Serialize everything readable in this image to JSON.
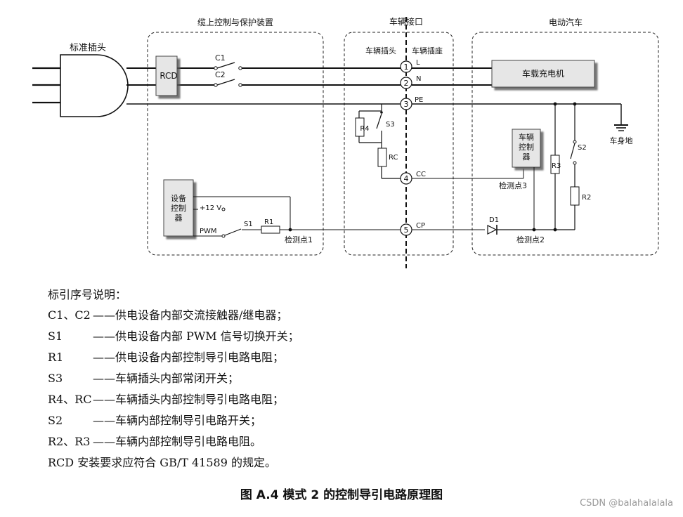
{
  "diagram": {
    "section_cable": "缆上控制与保护装置",
    "section_interface": "车辆接口",
    "section_vehicle": "电动汽车",
    "standard_plug": "标准插头",
    "rcd": "RCD",
    "c1": "C1",
    "c2": "C2",
    "vehicle_plug": "车辆插头",
    "vehicle_socket": "车辆插座",
    "pin1": "1",
    "pin2": "2",
    "pin3": "3",
    "pin4": "4",
    "pin5": "5",
    "l": "L",
    "n": "N",
    "pe": "PE",
    "cc": "CC",
    "cp": "CP",
    "charger": "车载充电机",
    "chassis_ground": "车身地",
    "vehicle_controller": [
      "车辆",
      "控制",
      "器"
    ],
    "supply_controller": [
      "设备",
      "控制",
      "器"
    ],
    "r4": "R4",
    "s3": "S3",
    "rc": "RC",
    "s2": "S2",
    "r3": "R3",
    "r2": "R2",
    "d1": "D1",
    "s1": "S1",
    "r1": "R1",
    "plus12v": "+12 V",
    "pwm": "PWM",
    "detect1": "检测点1",
    "detect2": "检测点2",
    "detect3": "检测点3"
  },
  "legend": {
    "title": "标引序号说明：",
    "rows": [
      {
        "symbol": "C1、C2",
        "desc": "——供电设备内部交流接触器/继电器；"
      },
      {
        "symbol": "S1",
        "desc": "——供电设备内部 PWM 信号切换开关；"
      },
      {
        "symbol": "R1",
        "desc": "——供电设备内部控制导引电路电阻；"
      },
      {
        "symbol": "S3",
        "desc": "——车辆插头内部常闭开关；"
      },
      {
        "symbol": "R4、RC",
        "desc": "——车辆插头内部控制导引电路电阻；"
      },
      {
        "symbol": "S2",
        "desc": "——车辆内部控制导引电路开关；"
      },
      {
        "symbol": "R2、R3",
        "desc": "——车辆内部控制导引电路电阻。"
      }
    ],
    "note": "RCD 安装要求应符合 GB/T 41589 的规定。"
  },
  "caption": "图 A.4    模式 2 的控制导引电路原理图",
  "watermark": "CSDN @balahalalala"
}
